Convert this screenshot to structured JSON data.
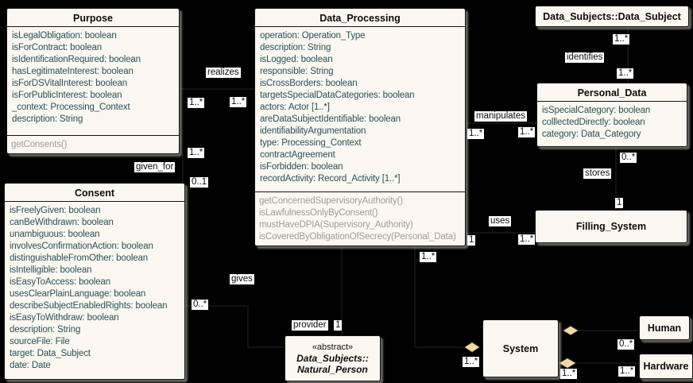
{
  "colors": {
    "background": "#000000",
    "box_fill": "#faf8f1",
    "attribute_text": "#2b4f57",
    "operation_text": "#9c9c9c",
    "diamond_fill": "#f0d9a6",
    "label_background": "#ffffff"
  },
  "classes": {
    "purpose": {
      "title": "Purpose",
      "attributes": [
        "isLegalObligation: boolean",
        "isForContract: boolean",
        "isIdentificationRequired: boolean",
        "hasLegitimateInterest: boolean",
        "isForDSVitalInterest: boolean",
        "isForPublicInterest: boolean",
        "_context: Processing_Context",
        "description: String"
      ],
      "operations": [
        "getConsents()"
      ]
    },
    "consent": {
      "title": "Consent",
      "attributes": [
        "isFreelyGiven: boolean",
        "canBeWithdrawn: boolean",
        "unambiguous: boolean",
        "involvesConfirmationAction: boolean",
        "distinguishableFromOther: boolean",
        "isIntelligible: boolean",
        "isEasyToAccess: boolean",
        "usesClearPlainLanguage: boolean",
        "describeSubjectEnabledRights: boolean",
        "isEasyToWithdraw: boolean",
        "description: String",
        "sourceFile: File",
        "target: Data_Subject",
        "date: Date"
      ]
    },
    "data_processing": {
      "title": "Data_Processing",
      "attributes": [
        "operation: Operation_Type",
        "description: String",
        "isLogged: boolean",
        "responsible: String",
        "isCrossBorders: boolean",
        "targetsSpecialDataCategories: boolean",
        "actors: Actor [1..*]",
        "areDataSubjectIdentifiable: boolean",
        "identifiabilityArgumentation",
        "type: Processing_Context",
        "contractAgreement",
        "isForbidden: boolean",
        "recordActivity: Record_Activity [1..*]"
      ],
      "operations": [
        "getConcernedSupervisoryAuthority()",
        "isLawfulnessOnlyByConsent()",
        "mustHaveDPIA(Supervisory_Authority)",
        "isCoveredByObligationOfSecrecy(Personal_Data)"
      ]
    },
    "data_subject": {
      "title": "Data_Subjects::Data_Subject"
    },
    "personal_data": {
      "title": "Personal_Data",
      "attributes": [
        "isSpecialCategory: boolean",
        "colllectedDirectly: boolean",
        "category: Data_Category"
      ]
    },
    "filling_system": {
      "title": "Filling_System"
    },
    "system": {
      "title": "System"
    },
    "human": {
      "title": "Human"
    },
    "hardware": {
      "title": "Hardware"
    },
    "natural_person": {
      "stereotype": "«abstract»",
      "namespace": "Data_Subjects::",
      "title": "Natural_Person"
    }
  },
  "edges": {
    "realizes": {
      "label": "realizes",
      "purpose_end": "1..*",
      "processing_end": "1..*"
    },
    "given_for": {
      "label": "given_for",
      "purpose_end": "1..*",
      "consent_end": "0..1"
    },
    "gives": {
      "label": "gives",
      "consent_end": "0..*"
    },
    "provider": {
      "label": "provider",
      "natural_person_end": "1"
    },
    "manipulates": {
      "label": "manipulates",
      "processing_end": "1..*",
      "personal_data_end": "1..*"
    },
    "identifies": {
      "label": "identifies",
      "data_subject_end": "1..*",
      "personal_data_end": "1..*"
    },
    "stores": {
      "label": "stores",
      "personal_data_end": "0..*",
      "filling_system_end": "1"
    },
    "uses": {
      "label": "uses",
      "processing_end": "1",
      "filling_system_end": "1..*"
    },
    "processing_system": {
      "processing_end": "1..*",
      "system_end": "1..*"
    },
    "system_human": {
      "human_end": "0..*"
    },
    "system_hardware": {
      "system_end": "1..*",
      "hardware_end": "1..*"
    }
  }
}
